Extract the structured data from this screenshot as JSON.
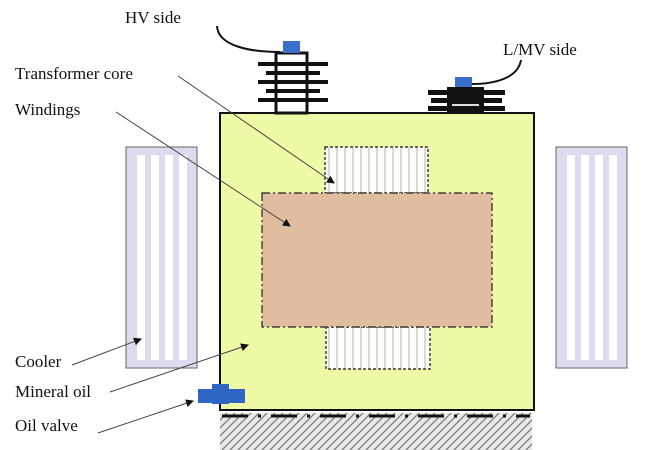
{
  "labels": {
    "hv_side": "HV side",
    "lmv_side": "L/MV side",
    "transformer_core": "Transformer core",
    "windings": "Windings",
    "cooler": "Cooler",
    "mineral_oil": "Mineral oil",
    "oil_valve": "Oil valve"
  },
  "colors": {
    "tank_oil": "#effaa6",
    "core": "#e0bd9f",
    "cooler": "#dcdcee",
    "bushing_cap": "#3a6fc9",
    "valve": "#2f66c4"
  }
}
